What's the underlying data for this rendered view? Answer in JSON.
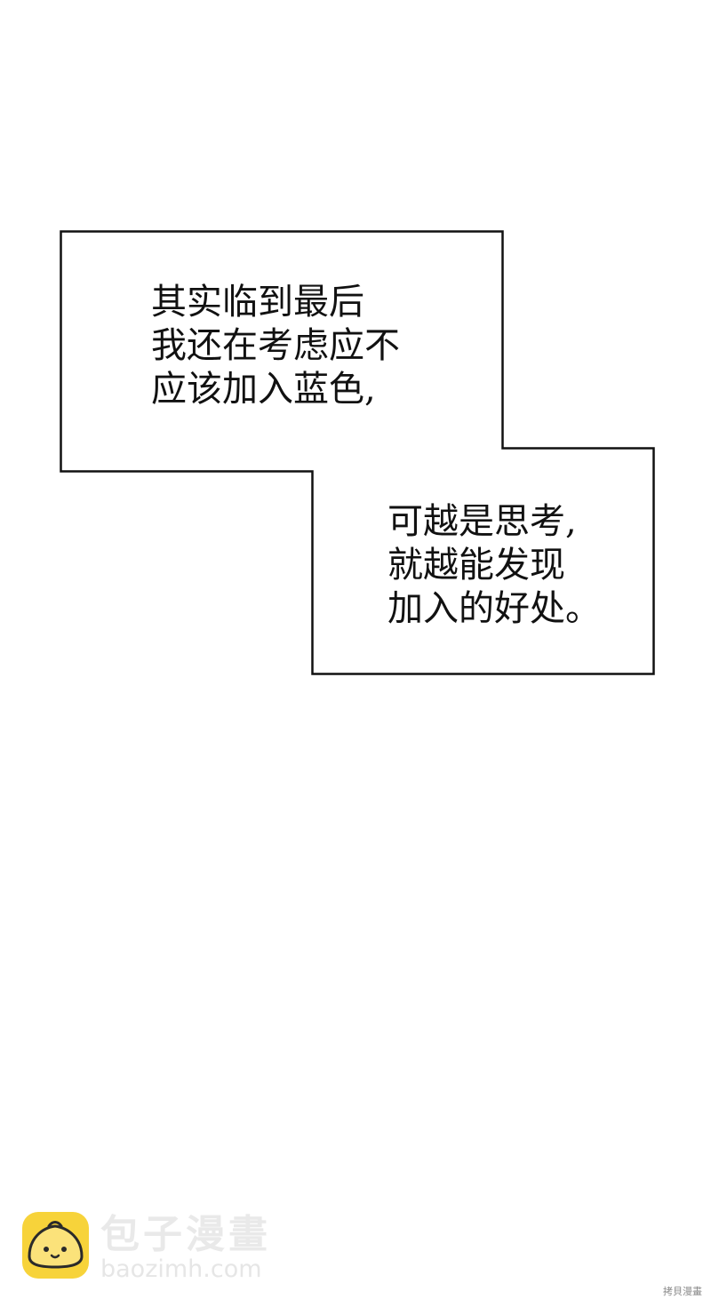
{
  "caption_boxes": [
    {
      "lines": [
        "其实临到最后",
        "我还在考虑应不",
        "应该加入蓝色,"
      ]
    },
    {
      "lines": [
        "可越是思考,",
        "就越能发现",
        "加入的好处。"
      ]
    }
  ],
  "watermark": {
    "brand_cn": "包子漫畫",
    "url": "baozimh.com",
    "icon": "bun-mascot-icon"
  },
  "corner_credit": "拷貝漫畫",
  "colors": {
    "background": "#ffffff",
    "text": "#111111",
    "outline": "#111111",
    "logo_bg": "#f7d33a",
    "watermark_text": "#e9e9e9"
  }
}
